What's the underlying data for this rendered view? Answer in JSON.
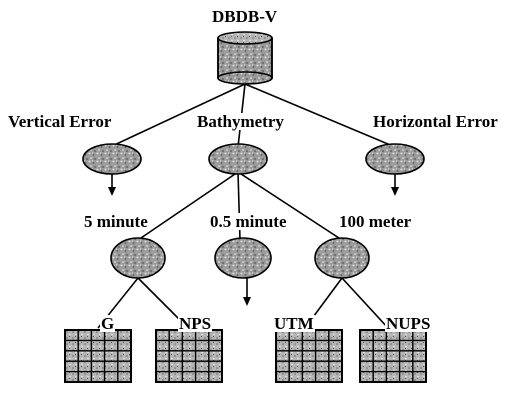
{
  "diagram": {
    "root": {
      "label": "DBDB-V",
      "icon": "database-cylinder-icon"
    },
    "level1": [
      {
        "label": "Vertical Error"
      },
      {
        "label": "Bathymetry"
      },
      {
        "label": "Horizontal Error"
      }
    ],
    "level2": [
      {
        "label": "5 minute"
      },
      {
        "label": "0.5 minute"
      },
      {
        "label": "100 meter"
      }
    ],
    "leaves": [
      {
        "label": "G",
        "icon": "grid-table-icon"
      },
      {
        "label": "NPS",
        "icon": "grid-table-icon"
      },
      {
        "label": "UTM",
        "icon": "grid-table-icon"
      },
      {
        "label": "NUPS",
        "icon": "grid-table-icon"
      }
    ],
    "colors": {
      "line": "#000000",
      "fill": "#9a9a9a",
      "speckle": "#d8d8d8"
    }
  }
}
